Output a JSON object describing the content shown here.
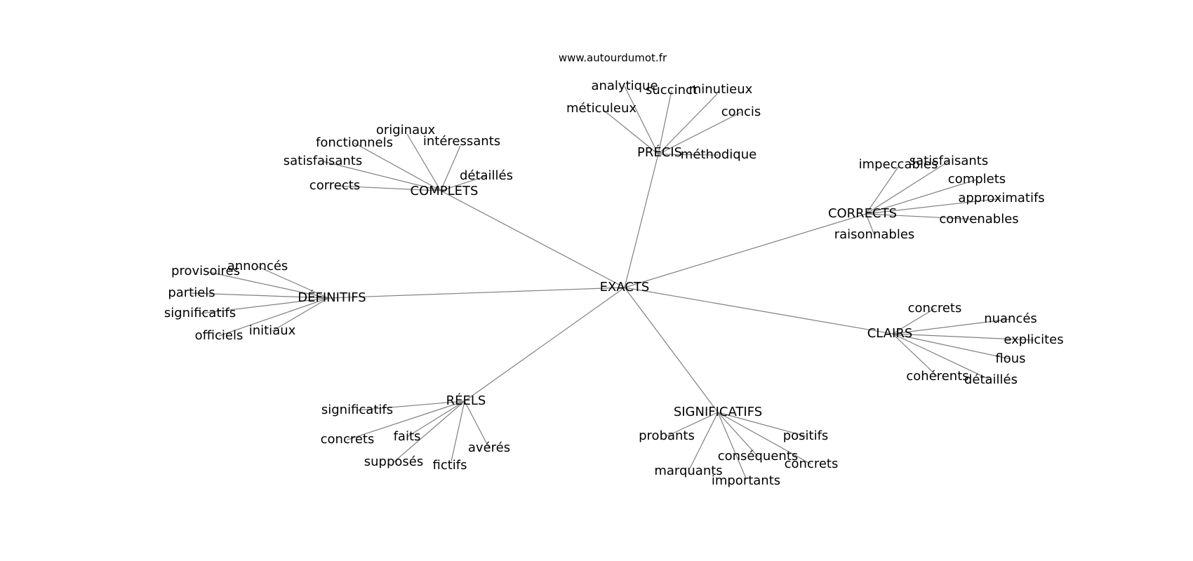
{
  "site": "www.autourdumot.fr",
  "center": "EXACTS",
  "clusters": [
    {
      "label": "PRÉCIS",
      "leaves": [
        "analytique",
        "succinct",
        "minutieux",
        "méticuleux",
        "concis",
        "méthodique"
      ]
    },
    {
      "label": "COMPLETS",
      "leaves": [
        "originaux",
        "fonctionnels",
        "intéressants",
        "satisfaisants",
        "détaillés",
        "corrects"
      ]
    },
    {
      "label": "CORRECTS",
      "leaves": [
        "impeccables",
        "satisfaisants",
        "complets",
        "approximatifs",
        "convenables",
        "raisonnables"
      ]
    },
    {
      "label": "DÉFINITIFS",
      "leaves": [
        "annoncés",
        "provisoires",
        "partiels",
        "significatifs",
        "initiaux",
        "officiels"
      ]
    },
    {
      "label": "CLAIRS",
      "leaves": [
        "concrets",
        "nuancés",
        "explicites",
        "flous",
        "cohérents",
        "détaillés"
      ]
    },
    {
      "label": "RÉELS",
      "leaves": [
        "significatifs",
        "concrets",
        "faits",
        "avérés",
        "supposés",
        "fictifs"
      ]
    },
    {
      "label": "SIGNIFICATIFS",
      "leaves": [
        "probants",
        "positifs",
        "conséquents",
        "concrets",
        "marquants",
        "importants"
      ]
    }
  ]
}
